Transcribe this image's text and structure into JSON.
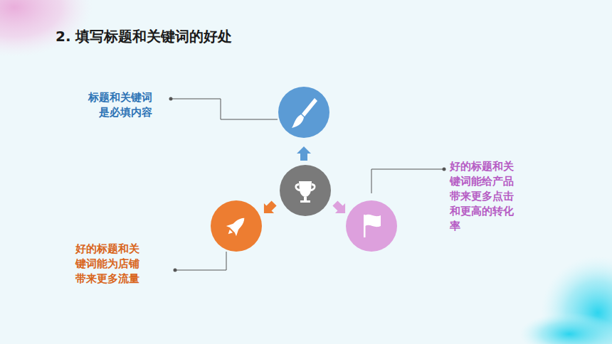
{
  "diagram": {
    "title": "2. 填写标题和关键词的好处",
    "labels": [
      "标题和关键词是必填内容",
      "好的标题和关键词能给产品带来更多点击和更高的转化率",
      "好的标题和关键词能为店铺带来更多流量"
    ]
  }
}
